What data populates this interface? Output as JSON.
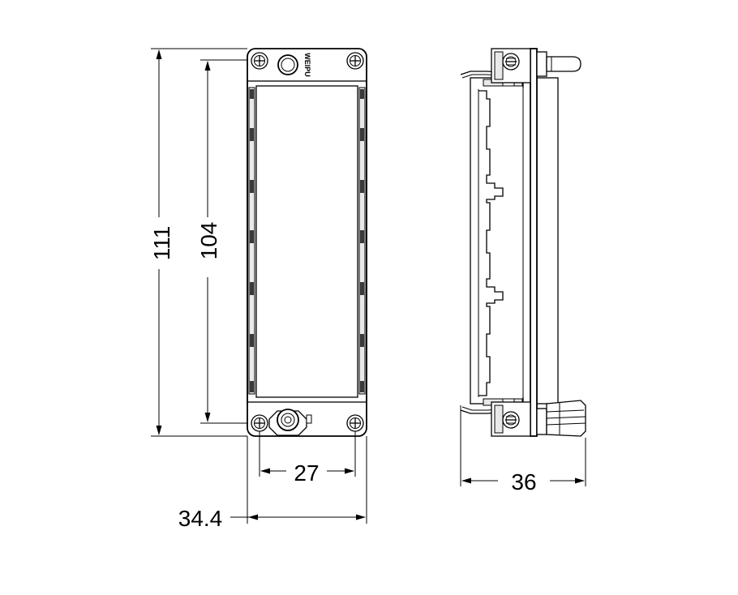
{
  "dimensions": {
    "overall_height": "111",
    "inner_height": "104",
    "hole_spacing": "27",
    "overall_width": "34.4",
    "side_depth": "36"
  },
  "front_view": {
    "mark_text": "WEIPU"
  },
  "colors": {
    "line": "#000000",
    "background": "#ffffff",
    "shade": "#e9e9e9"
  }
}
